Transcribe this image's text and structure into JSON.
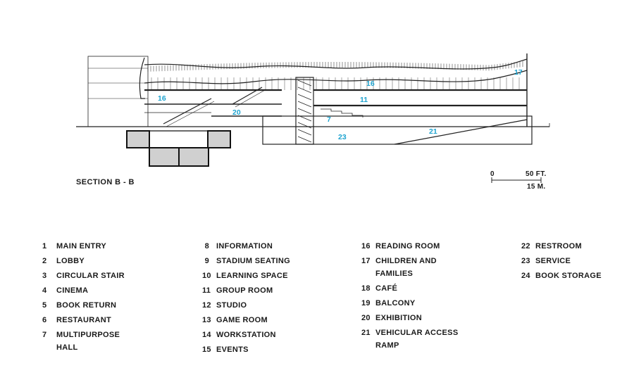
{
  "section_title": "SECTION B - B",
  "scale": {
    "zero": "0",
    "feet": "50 FT.",
    "meters": "15 M."
  },
  "room_tags": [
    "16",
    "20",
    "16",
    "11",
    "17",
    "7",
    "23",
    "21"
  ],
  "legend": [
    [
      {
        "n": "1",
        "l": [
          "MAIN ENTRY"
        ]
      },
      {
        "n": "2",
        "l": [
          "LOBBY"
        ]
      },
      {
        "n": "3",
        "l": [
          "CIRCULAR STAIR"
        ]
      },
      {
        "n": "4",
        "l": [
          "CINEMA"
        ]
      },
      {
        "n": "5",
        "l": [
          "BOOK RETURN"
        ]
      },
      {
        "n": "6",
        "l": [
          "RESTAURANT"
        ]
      },
      {
        "n": "7",
        "l": [
          "MULTIPURPOSE",
          "HALL"
        ]
      }
    ],
    [
      {
        "n": "8",
        "l": [
          "INFORMATION"
        ]
      },
      {
        "n": "9",
        "l": [
          "STADIUM SEATING"
        ]
      },
      {
        "n": "10",
        "l": [
          "LEARNING SPACE"
        ]
      },
      {
        "n": "11",
        "l": [
          "GROUP ROOM"
        ]
      },
      {
        "n": "12",
        "l": [
          "STUDIO"
        ]
      },
      {
        "n": "13",
        "l": [
          "GAME ROOM"
        ]
      },
      {
        "n": "14",
        "l": [
          "WORKSTATION"
        ]
      },
      {
        "n": "15",
        "l": [
          "EVENTS"
        ]
      }
    ],
    [
      {
        "n": "16",
        "l": [
          "READING ROOM"
        ]
      },
      {
        "n": "17",
        "l": [
          "CHILDREN AND",
          "FAMILIES"
        ]
      },
      {
        "n": "18",
        "l": [
          "CAFÉ"
        ]
      },
      {
        "n": "19",
        "l": [
          "BALCONY"
        ]
      },
      {
        "n": "20",
        "l": [
          "EXHIBITION"
        ]
      },
      {
        "n": "21",
        "l": [
          "VEHICULAR ACCESS",
          "RAMP"
        ]
      }
    ],
    [
      {
        "n": "22",
        "l": [
          "RESTROOM"
        ]
      },
      {
        "n": "23",
        "l": [
          "SERVICE"
        ]
      },
      {
        "n": "24",
        "l": [
          "BOOK STORAGE"
        ]
      }
    ]
  ]
}
